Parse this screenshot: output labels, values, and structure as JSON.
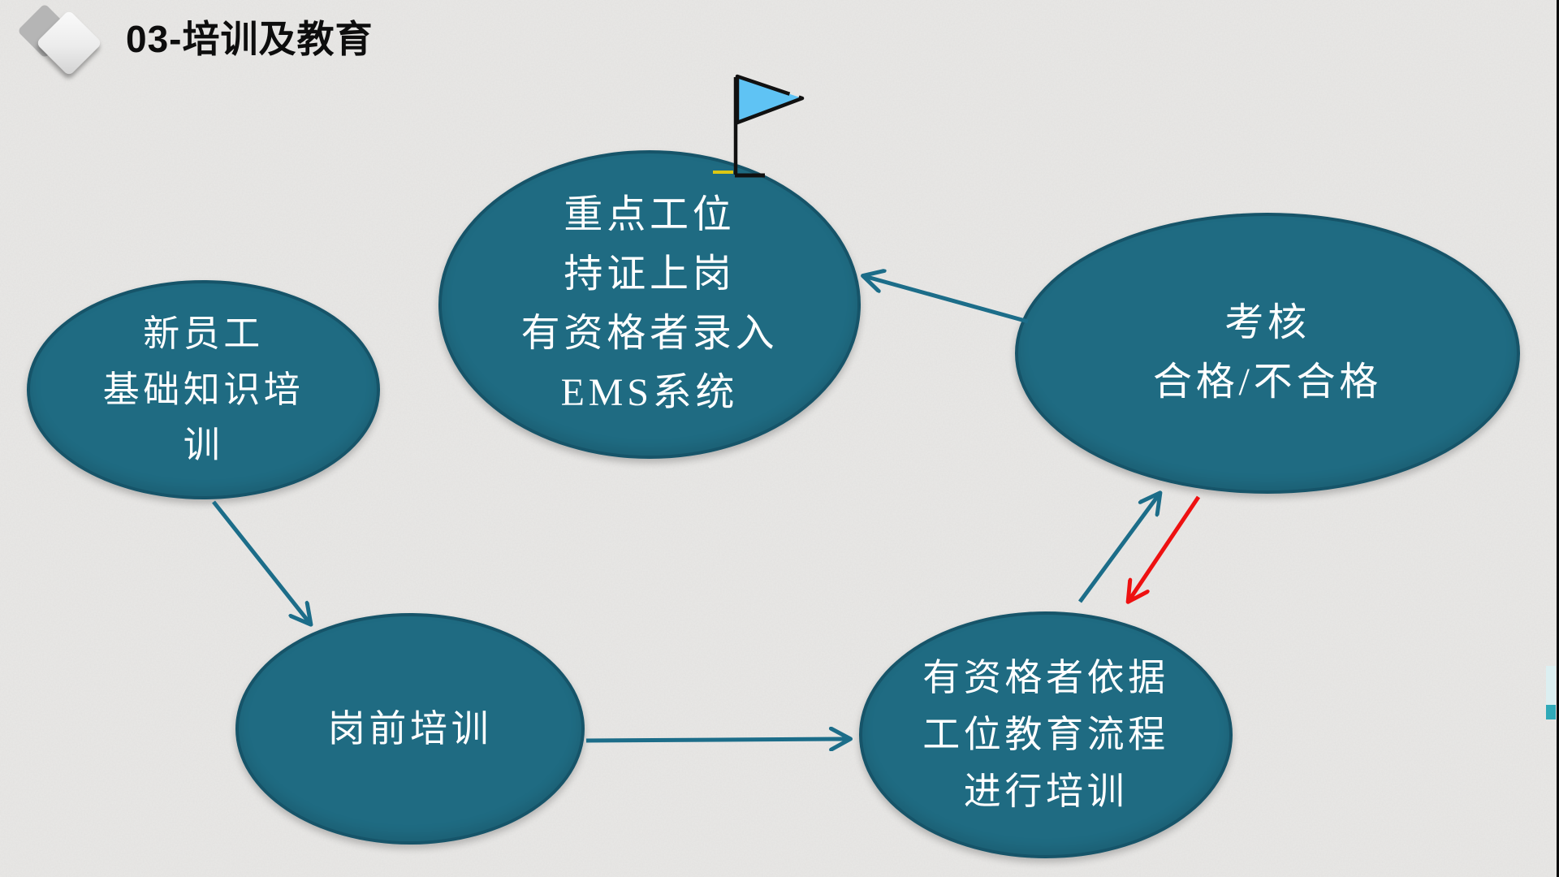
{
  "header": {
    "title": "03-培训及教育"
  },
  "nodes": {
    "new_employee": {
      "lines": [
        "新员工",
        "基础知识培",
        "训"
      ]
    },
    "key_station": {
      "lines": [
        "重点工位",
        "持证上岗",
        "有资格者录入",
        "EMS系统"
      ]
    },
    "assessment": {
      "lines": [
        "考核",
        "合格/不合格"
      ]
    },
    "qualified_training": {
      "lines": [
        "有资格者依据",
        "工位教育流程",
        "进行培训"
      ]
    },
    "pre_job": {
      "lines": [
        "岗前培训"
      ]
    }
  },
  "connections": [
    {
      "from": "new_employee",
      "to": "pre_job",
      "color": "teal"
    },
    {
      "from": "pre_job",
      "to": "qualified_training",
      "color": "teal"
    },
    {
      "from": "qualified_training",
      "to": "assessment",
      "color": "teal"
    },
    {
      "from": "assessment",
      "to": "qualified_training",
      "color": "red"
    },
    {
      "from": "assessment",
      "to": "key_station",
      "color": "teal"
    }
  ],
  "icons": {
    "flag": "flag-icon",
    "diamond": "diamond-decoration"
  },
  "colors": {
    "background": "#e9e8e6",
    "node_fill": "#1f6b82",
    "node_border": "#165469",
    "node_text": "#ffffff",
    "arrow_teal": "#1c6d89",
    "arrow_red": "#ee1111",
    "flag_blue": "#5fc3f4",
    "flag_base_yellow": "#ddc713",
    "title_text": "#0d0d0d",
    "right_edge_line": "#0a0a0a",
    "right_edge_accent_light": "#dceff1",
    "right_edge_accent_teal": "#2fa9b8"
  }
}
